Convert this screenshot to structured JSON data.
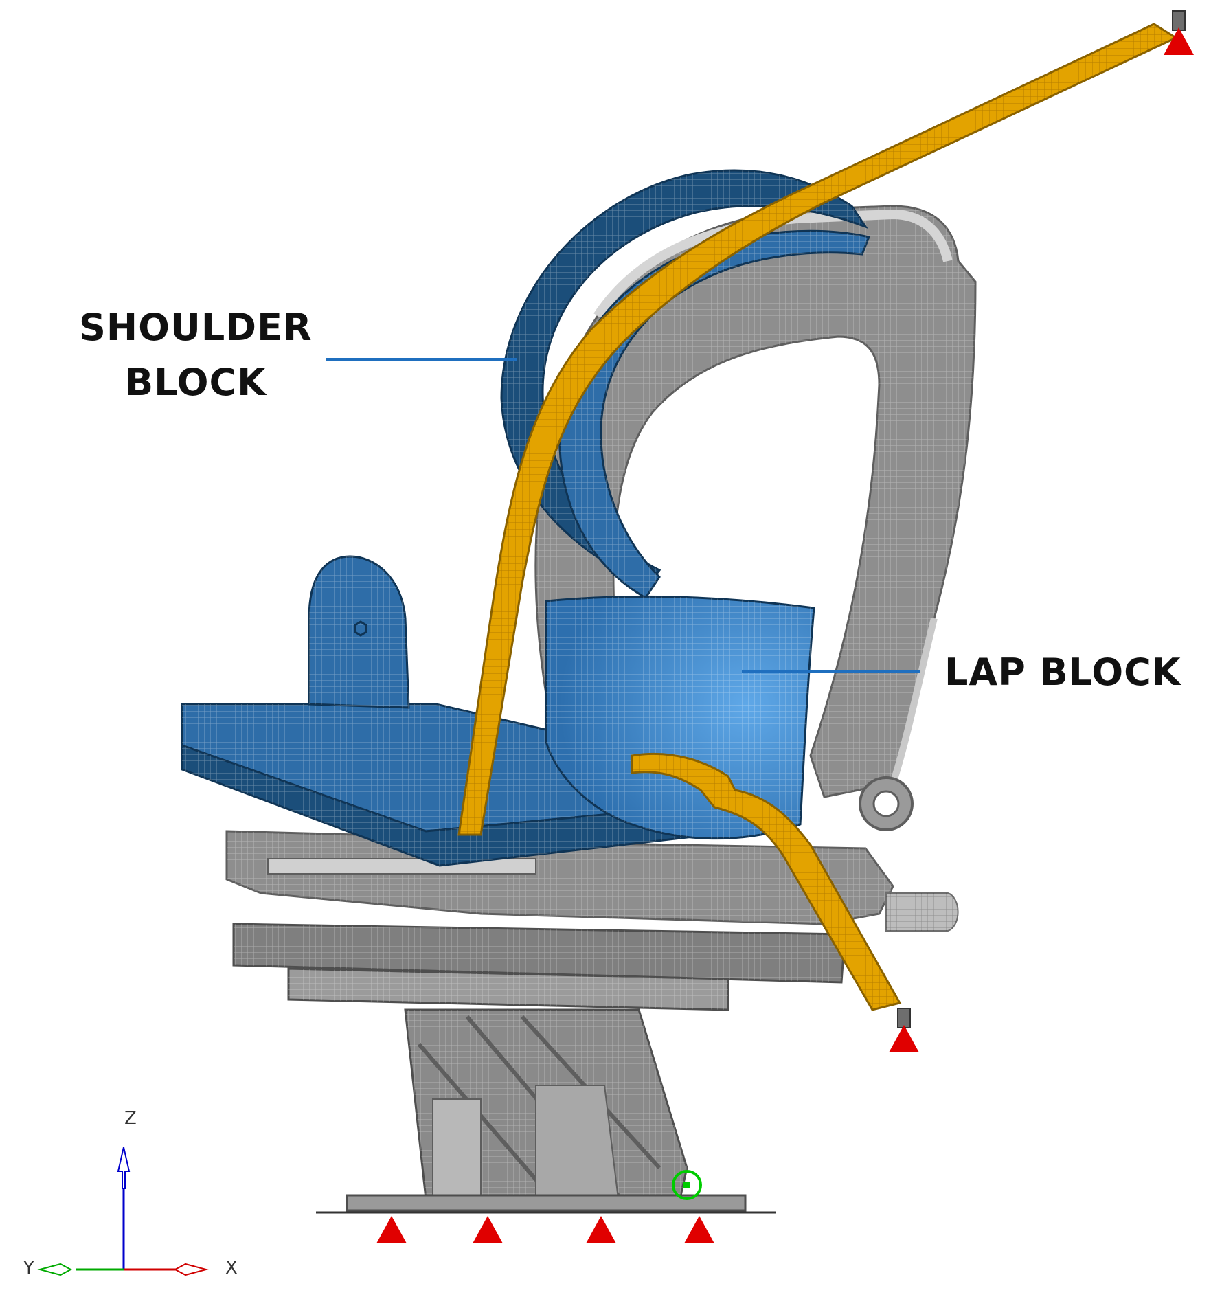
{
  "labels": {
    "shoulder_line1": "SHOULDER",
    "shoulder_line2": "BLOCK",
    "lap": "LAP BLOCK"
  },
  "axes": {
    "z": "Z",
    "y": "Y",
    "x": "X"
  },
  "colors": {
    "belt": "#E3A300",
    "belt_edge": "#8A6200",
    "block_light": "#2E78B8",
    "block_dark": "#1B4E7A",
    "frame": "#8E8E8E",
    "frame_dark": "#5E5E5E",
    "frame_light": "#C9C9C9",
    "leader": "#1F6FBF",
    "constraint": "#E00000",
    "axis_z": "#0000CC",
    "axis_x": "#D00000",
    "axis_y": "#00AA00"
  },
  "constraint_count": 6
}
